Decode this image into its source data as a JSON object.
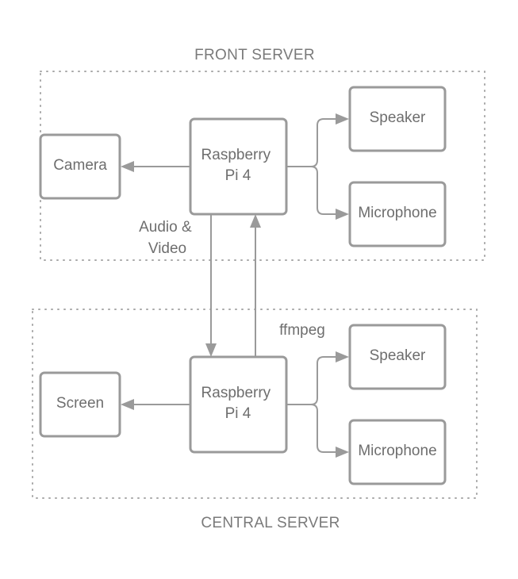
{
  "groups": {
    "front": {
      "label": "FRONT SERVER"
    },
    "central": {
      "label": "CENTRAL SERVER"
    }
  },
  "nodes": {
    "front_pi": {
      "line1": "Raspberry",
      "line2": "Pi 4"
    },
    "camera": {
      "label": "Camera"
    },
    "front_speaker": {
      "label": "Speaker"
    },
    "front_microphone": {
      "label": "Microphone"
    },
    "central_pi": {
      "line1": "Raspberry",
      "line2": "Pi 4"
    },
    "screen": {
      "label": "Screen"
    },
    "central_speaker": {
      "label": "Speaker"
    },
    "central_microphone": {
      "label": "Microphone"
    }
  },
  "edges": {
    "front_to_central": {
      "line1": "Audio &",
      "line2": "Video"
    },
    "central_to_front": {
      "label": "ffmpeg"
    }
  },
  "colors": {
    "stroke": "#9a9a9a",
    "text": "#6e6e6e",
    "background": "#ffffff"
  }
}
